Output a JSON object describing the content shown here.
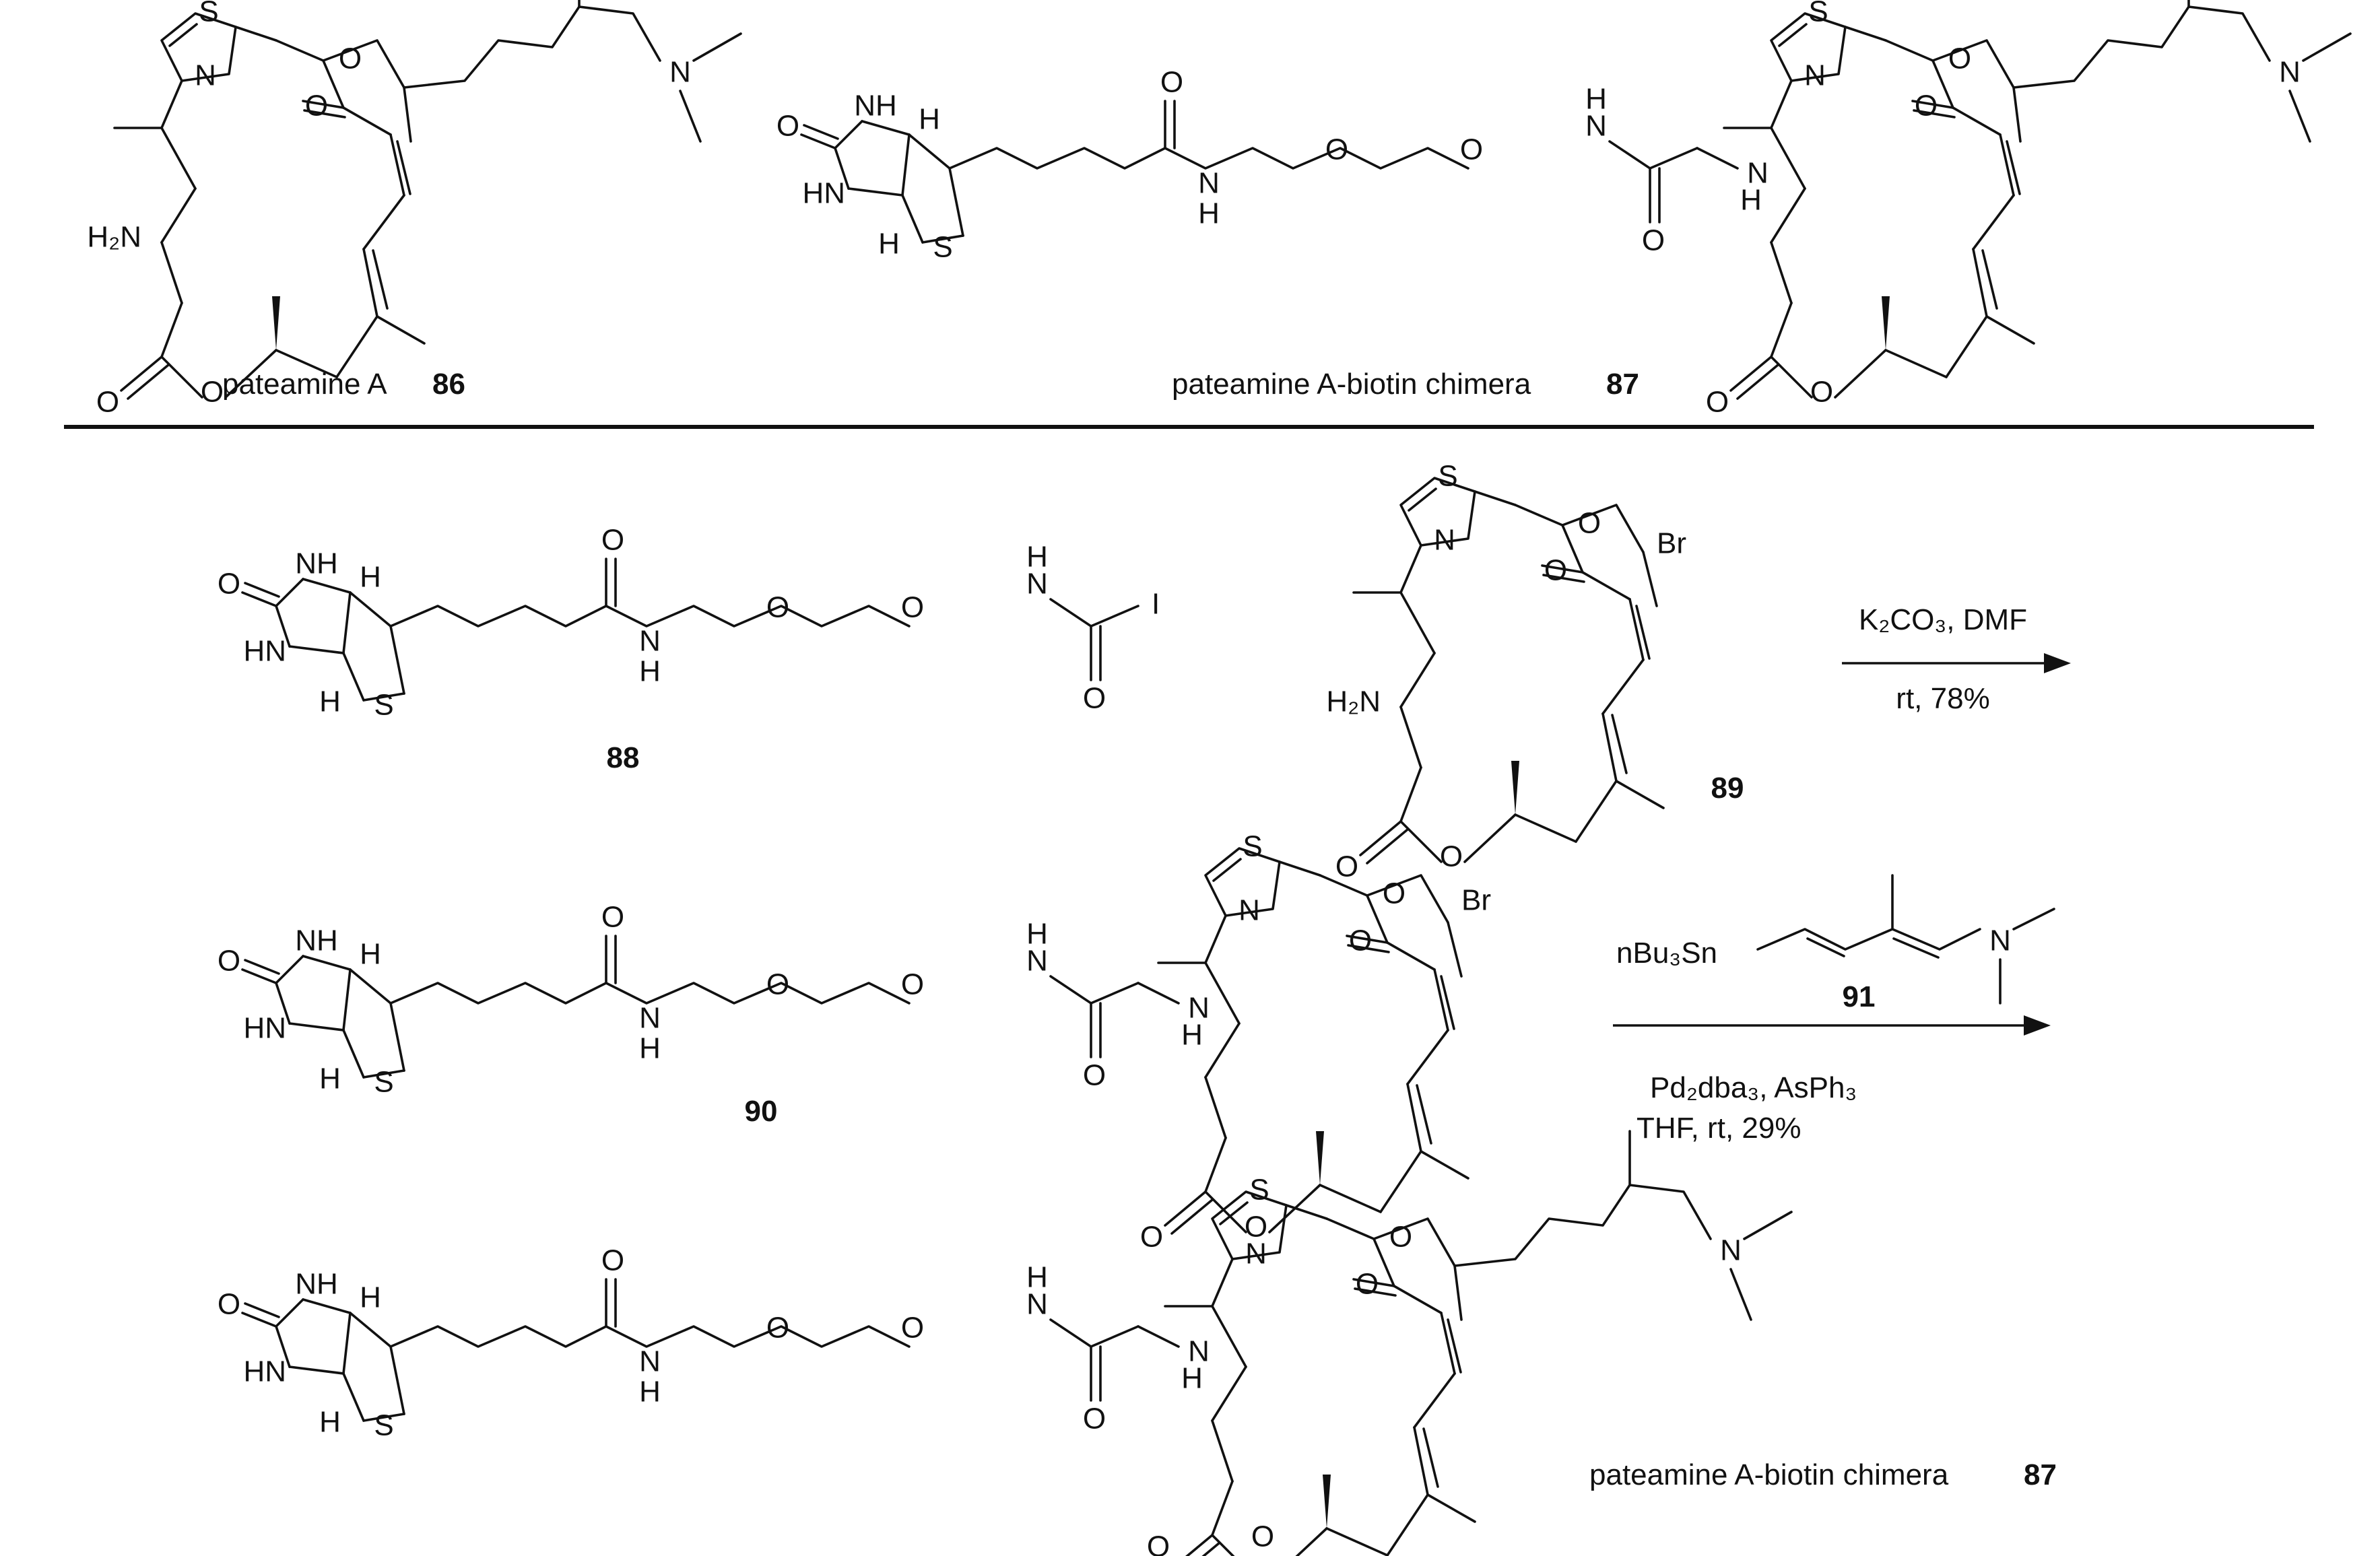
{
  "compounds": {
    "c86": {
      "name": "pateamine A",
      "number": "86"
    },
    "c87": {
      "name": "pateamine A-biotin chimera",
      "number": "87"
    },
    "c88": {
      "number": "88"
    },
    "c89": {
      "number": "89"
    },
    "c90": {
      "number": "90"
    },
    "c91": {
      "number": "91"
    }
  },
  "atoms": {
    "S": "S",
    "N": "N",
    "O": "O",
    "NH": "NH",
    "HN": "HN",
    "H": "H",
    "Br": "Br",
    "I": "I",
    "H2N": "H₂N"
  },
  "reactions": {
    "step1": {
      "reagents": "K₂CO₃, DMF",
      "conditions": "rt, 78%"
    },
    "step2": {
      "reagent_prefix": "nBu₃Sn",
      "reagents": "Pd₂dba₃, AsPh₃",
      "conditions": "THF, rt, 29%"
    }
  }
}
